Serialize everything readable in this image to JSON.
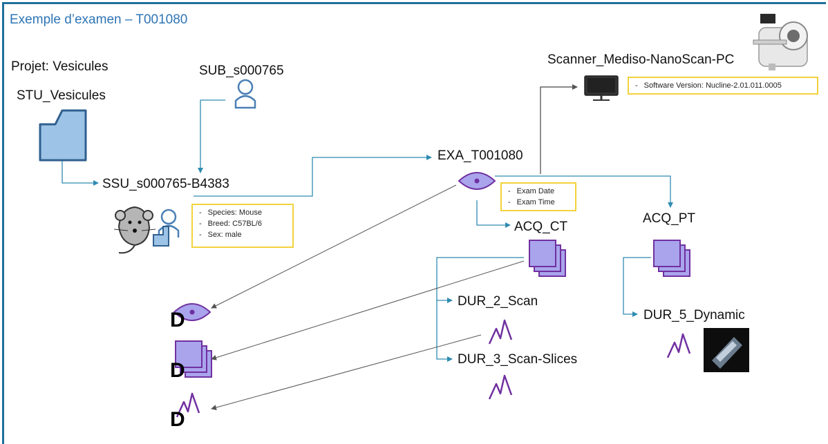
{
  "title": "Exemple d’examen – T001080",
  "project": "Projet: Vesicules",
  "nodes": {
    "study": "STU_Vesicules",
    "subject": "SUB_s000765",
    "subject_session": "SSU_s000765-B4383",
    "exam": "EXA_T001080",
    "scanner": "Scanner_Mediso-NanoScan-PC",
    "acq_ct": "ACQ_CT",
    "acq_pt": "ACQ_PT",
    "dur_2": "DUR_2_Scan",
    "dur_3": "DUR_3_Scan-Slices",
    "dur_5": "DUR_5_Dynamic"
  },
  "notes": {
    "subject": [
      "Species: Mouse",
      "Breed: C57BL/6",
      "Sex: male"
    ],
    "exam": [
      "Exam Date",
      "Exam Time"
    ],
    "scanner": [
      "Software Version: Nucline-2.01.011.0005"
    ]
  },
  "legend_letters": [
    "D",
    "D",
    "D"
  ],
  "colors": {
    "title": "#2e75b6",
    "arrow": "#2e8bb0",
    "folder_fill": "#9dc3e6",
    "folder_stroke": "#2f5f8f",
    "person_stroke": "#4a7fb5",
    "purple_fill": "#a9a4ec",
    "purple_stroke": "#7030a0",
    "note_border": "#f2d23c"
  },
  "icons": [
    "folder-icon",
    "person-icon",
    "mouse-icon",
    "eye-icon",
    "stack-icon",
    "waveform-icon",
    "monitor-icon",
    "scanner-image",
    "pet-image"
  ]
}
